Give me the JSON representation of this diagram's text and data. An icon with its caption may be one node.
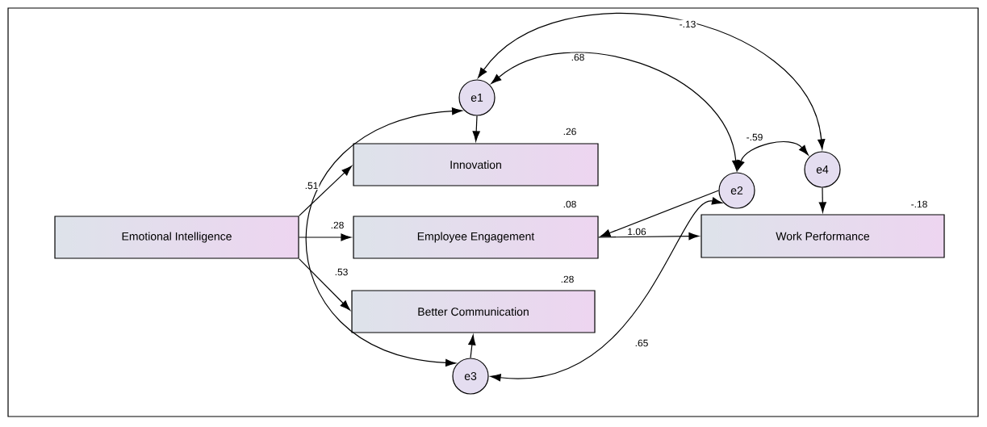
{
  "diagram": {
    "nodes": [
      {
        "text": [
          "Emotional Intelligence"
        ]
      },
      {
        "text": [
          "Innovation"
        ],
        "beside": [
          ".26"
        ]
      },
      {
        "text": [
          "Employee Engagement"
        ],
        "beside": [
          ".08"
        ]
      },
      {
        "text": [
          "Better Communication"
        ],
        "beside": [
          ".28"
        ]
      },
      {
        "text": [
          "Work Performance"
        ],
        "beside": [
          "-.18"
        ]
      },
      {
        "text": [
          "e1"
        ]
      },
      {
        "text": [
          "e2"
        ]
      },
      {
        "text": [
          "e3"
        ]
      },
      {
        "text": [
          "e4"
        ]
      }
    ],
    "edges": [
      {
        "from": 0,
        "to": 1,
        "arrow": "to",
        "label": ".51"
      },
      {
        "from": 0,
        "to": 2,
        "arrow": "to",
        "label": ".28"
      },
      {
        "from": 0,
        "to": 3,
        "arrow": "to",
        "label": ".53"
      },
      {
        "from": 2,
        "to": 4,
        "arrow": "to",
        "label": "1.06"
      },
      {
        "from": 5,
        "to": 1,
        "arrow": "to"
      },
      {
        "from": 6,
        "to": 2,
        "arrow": "to"
      },
      {
        "from": 7,
        "to": 3,
        "arrow": "to"
      },
      {
        "from": 8,
        "to": 4,
        "arrow": "to"
      },
      {
        "from": 5,
        "to": 7,
        "arrow": "both"
      },
      {
        "from": 5,
        "to": 6,
        "arrow": "both",
        "label": ".68"
      },
      {
        "from": 5,
        "to": 8,
        "arrow": "both",
        "label": "-.13"
      },
      {
        "from": 6,
        "to": 8,
        "arrow": "both",
        "label": "-.59"
      },
      {
        "from": 7,
        "to": 6,
        "arrow": "both",
        "label": ".65"
      }
    ]
  }
}
